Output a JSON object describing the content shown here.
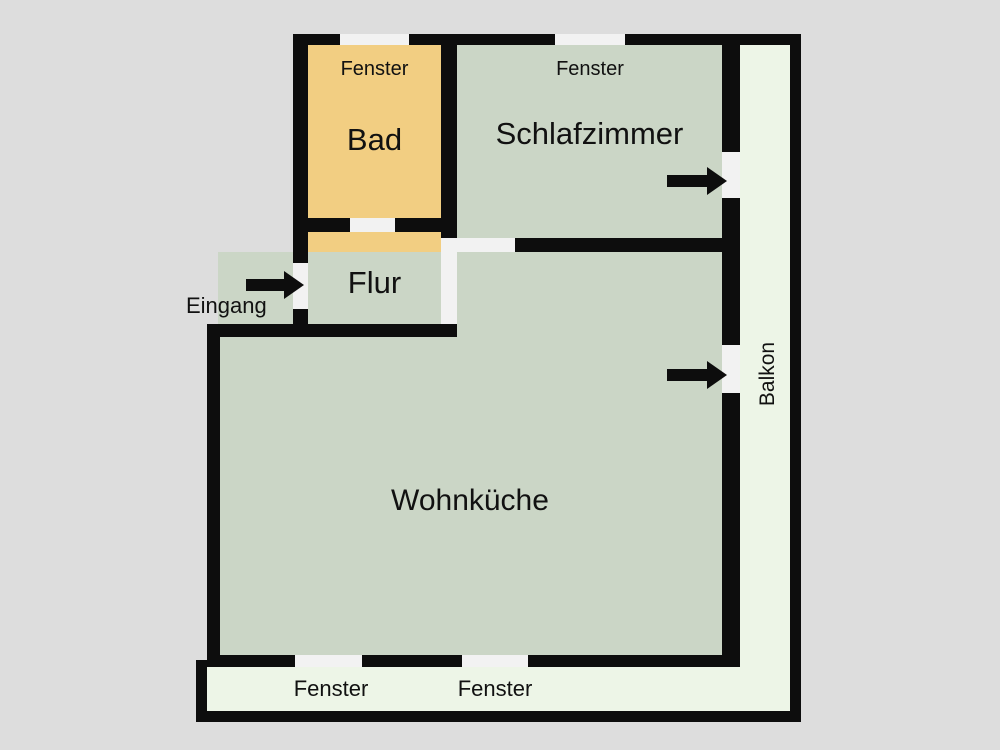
{
  "document": {
    "type": "floor-plan",
    "language": "de",
    "background_color": "#dddddd"
  },
  "colors": {
    "wall": "#0d0d0d",
    "room_warm": "#f2ce82",
    "room_sage": "#cbd6c6",
    "balcony": "#edf5e7",
    "opening": "#f2f2f2",
    "text": "#111111"
  },
  "rooms": [
    {
      "id": "bad",
      "label": "Bad",
      "fill": "#f2ce82"
    },
    {
      "id": "flur",
      "label": "Flur",
      "fill": "#f2ce82"
    },
    {
      "id": "schlafzimmer",
      "label": "Schlafzimmer",
      "fill": "#cbd6c6"
    },
    {
      "id": "wohnkueche",
      "label": "Wohnküche",
      "fill": "#cbd6c6"
    },
    {
      "id": "balkon",
      "label": "Balkon",
      "fill": "#edf5e7"
    }
  ],
  "labels": {
    "bad": "Bad",
    "flur": "Flur",
    "schlafzimmer": "Schlafzimmer",
    "wohnkueche": "Wohnküche",
    "balkon": "Balkon",
    "eingang": "Eingang",
    "fenster_bad": "Fenster",
    "fenster_schlafzimmer": "Fenster",
    "fenster_unten_links": "Fenster",
    "fenster_unten_rechts": "Fenster"
  },
  "windows": [
    {
      "id": "fenster-bad",
      "label": "Fenster",
      "wall": "top",
      "room": "bad"
    },
    {
      "id": "fenster-schlafzimmer",
      "label": "Fenster",
      "wall": "top",
      "room": "schlafzimmer"
    },
    {
      "id": "fenster-wohnkueche-left",
      "label": "Fenster",
      "wall": "bottom",
      "room": "wohnkueche"
    },
    {
      "id": "fenster-wohnkueche-right",
      "label": "Fenster",
      "wall": "bottom",
      "room": "wohnkueche"
    }
  ],
  "doors": [
    {
      "id": "eingangstuer",
      "label": "Eingang",
      "has_arrow": true,
      "direction": "right"
    },
    {
      "id": "tuer-bad-flur",
      "label": "",
      "has_arrow": false,
      "direction": ""
    },
    {
      "id": "tuer-flur-wohnkueche",
      "label": "",
      "has_arrow": false,
      "direction": ""
    },
    {
      "id": "tuer-flur-schlafzimmer",
      "label": "",
      "has_arrow": false,
      "direction": ""
    },
    {
      "id": "balkontuer-schlafzimmer",
      "label": "",
      "has_arrow": true,
      "direction": "right"
    },
    {
      "id": "balkontuer-wohnkueche",
      "label": "",
      "has_arrow": true,
      "direction": "right"
    }
  ]
}
